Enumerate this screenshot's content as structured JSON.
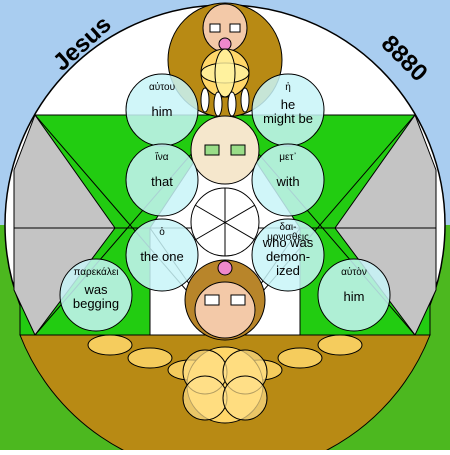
{
  "header": {
    "left_title": "Jesus",
    "right_number": "8880"
  },
  "words": [
    {
      "id": "autou",
      "greek": "αὐτου",
      "english": [
        "him"
      ]
    },
    {
      "id": "ee",
      "greek": "ἠ",
      "english": [
        "he",
        "might be"
      ]
    },
    {
      "id": "hina",
      "greek": "ἵνα",
      "english": [
        "that"
      ]
    },
    {
      "id": "met",
      "greek": "μετ᾽",
      "english": [
        "with"
      ]
    },
    {
      "id": "ho",
      "greek": "ὁ",
      "english": [
        "the one"
      ]
    },
    {
      "id": "daimonistheis",
      "greek": [
        "δαι-",
        "μονισθεις"
      ],
      "english": [
        "who was",
        "demon-",
        "ized"
      ]
    },
    {
      "id": "parekalei",
      "greek": "παρεκάλει",
      "english": [
        "was",
        "begging"
      ]
    },
    {
      "id": "auton",
      "greek": "αὐτὸν",
      "english": [
        "him"
      ]
    }
  ],
  "colors": {
    "sky": "#a9cdf0",
    "grass": "#4cb81f",
    "ring": "#b8860b",
    "triangle_green": "#22cc11",
    "triangle_gray": "#c4c4c4",
    "word_circle": "#c8f4f8",
    "bowl": "#b88a14",
    "gold_flower": "#ffd76a",
    "tan_face": "#b8852a",
    "pink": "#ee88cc"
  }
}
